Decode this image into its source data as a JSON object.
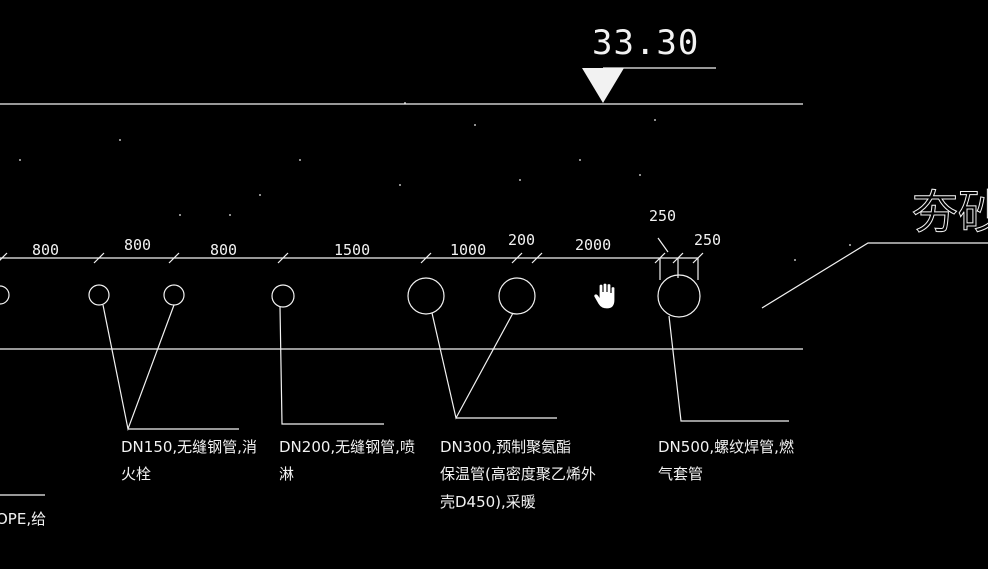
{
  "elevation": {
    "value": "33.30"
  },
  "dimensions": [
    "800",
    "800",
    "800",
    "1500",
    "1000",
    "200",
    "2000",
    "250",
    "250"
  ],
  "pipe_labels": [
    {
      "lines": [
        "DN150,无缝钢管,消",
        "火栓"
      ]
    },
    {
      "lines": [
        "DN200,无缝钢管,喷",
        "淋"
      ]
    },
    {
      "lines": [
        "DN300,预制聚氨酯",
        "保温管(高密度聚乙烯外",
        "壳D450),采暖"
      ]
    },
    {
      "lines": [
        "DN500,螺纹焊管,燃",
        "气套管"
      ]
    }
  ],
  "partial_label": "OPE,给",
  "large_text": "夯砂",
  "cursor": {
    "icon": "hand-cursor-icon"
  },
  "colors": {
    "background": "#000000",
    "line": "#f2f2f2"
  }
}
